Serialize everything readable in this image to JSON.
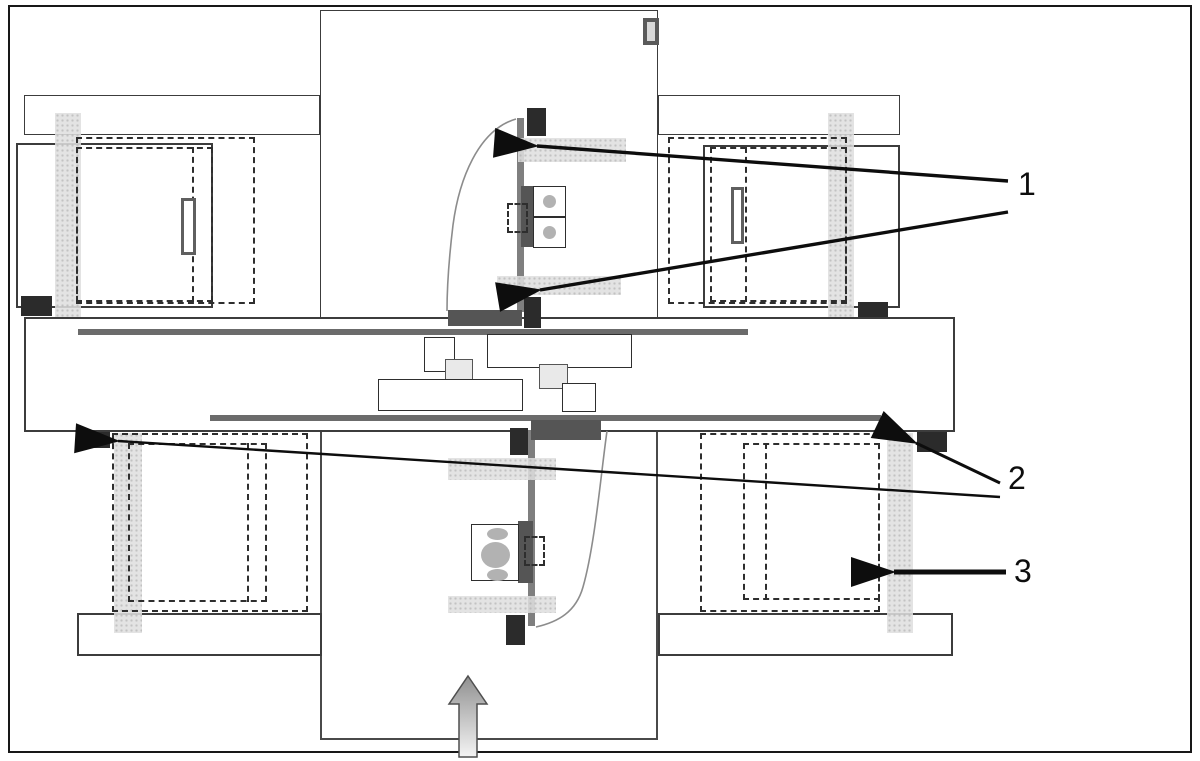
{
  "figure": {
    "callouts": [
      {
        "label": "1"
      },
      {
        "label": "2"
      },
      {
        "label": "3"
      }
    ]
  },
  "colors": {
    "frame": "#181818",
    "panel-border": "#3c3c3c",
    "sensor": "#2b2b2b",
    "sill": "#555555",
    "rail": "#6b6b6b",
    "door-bar": "#7f7f7f",
    "band": "#e3e3e3",
    "box-light": "#e9e9e9",
    "blob": "#b2b2b2",
    "dash": "#2e2e2e",
    "arrow": "#0d0d0d",
    "arc": "#8c8c8c",
    "paper": "#ffffff"
  }
}
